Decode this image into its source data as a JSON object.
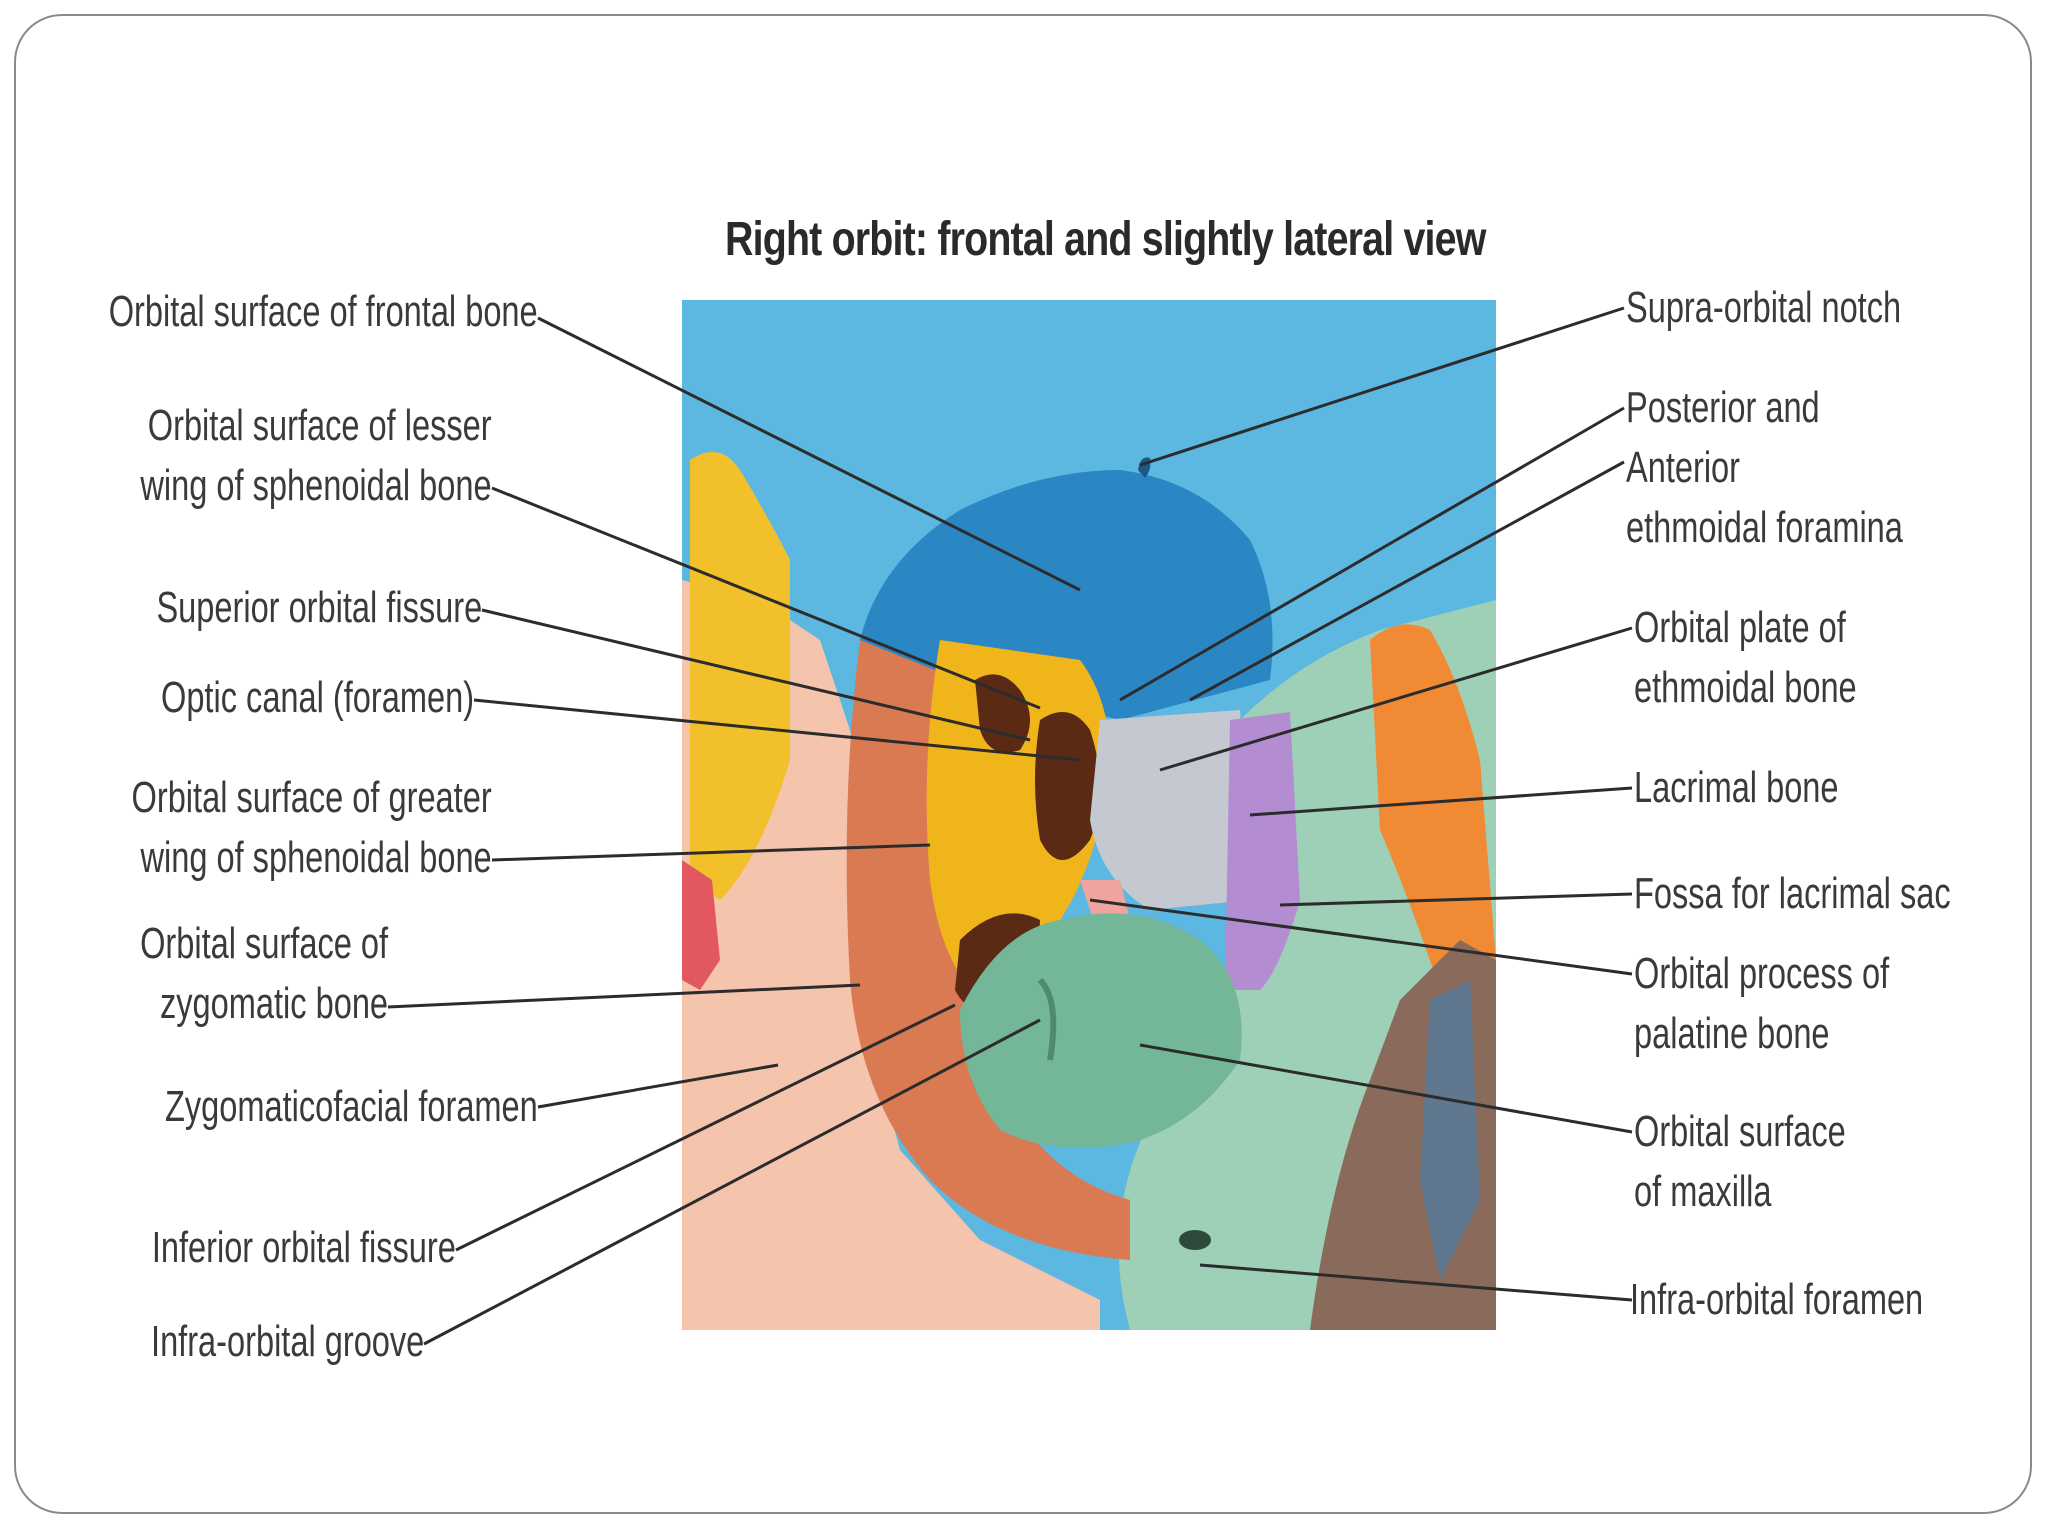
{
  "title": "Right orbit: frontal and slightly lateral view",
  "labels": {
    "frontal_surface": "Orbital surface of frontal bone",
    "lesser_wing": [
      "Orbital surface of lesser",
      "wing of sphenoidal bone"
    ],
    "superior_fissure": "Superior orbital fissure",
    "optic_canal": "Optic canal (foramen)",
    "greater_wing": [
      "Orbital surface of greater",
      "wing of sphenoidal bone"
    ],
    "zygomatic_surface": [
      "Orbital surface of",
      "zygomatic bone"
    ],
    "zygomaticofacial": "Zygomaticofacial foramen",
    "inferior_fissure": "Inferior orbital fissure",
    "infraorbital_groove": "Infra-orbital groove",
    "supraorbital_notch": "Supra-orbital notch",
    "ethmoidal_foramina": [
      "Posterior and",
      "Anterior",
      "ethmoidal foramina"
    ],
    "ethmoidal_plate": [
      "Orbital plate of",
      "ethmoidal bone"
    ],
    "lacrimal_bone": "Lacrimal bone",
    "lacrimal_fossa": "Fossa for lacrimal sac",
    "palatine_process": [
      "Orbital process of",
      "palatine bone"
    ],
    "maxilla_surface": [
      "Orbital surface",
      "of maxilla"
    ],
    "infraorbital_foramen": "Infra-orbital foramen"
  },
  "colors": {
    "frontal": "#2b86c4",
    "sky": "#5cb8e0",
    "sphenoid": "#f1b51c",
    "zygomatic": "#e58a5c",
    "ethmoid": "#c4c8d0",
    "lacrimal": "#b48cd2",
    "maxilla": "#74b698",
    "palatine": "#f0a4a0",
    "fissure": "#5a2a14",
    "leader": "#2c2c2c"
  }
}
